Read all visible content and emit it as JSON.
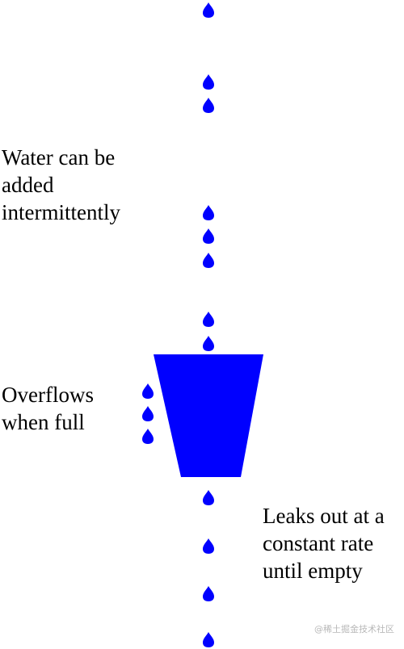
{
  "diagram": {
    "labels": {
      "added": [
        "Water can be",
        "added",
        "intermittently"
      ],
      "overflow": [
        "Overflows",
        "when full"
      ],
      "leak": [
        "Leaks out at a",
        "constant rate",
        "until empty"
      ]
    },
    "watermark": "@稀土掘金技术社区",
    "colors": {
      "water": "#0000ff",
      "text": "#000000",
      "background": "#ffffff"
    },
    "icons": {
      "drop": "water-drop-icon",
      "bucket": "bucket-icon"
    }
  }
}
